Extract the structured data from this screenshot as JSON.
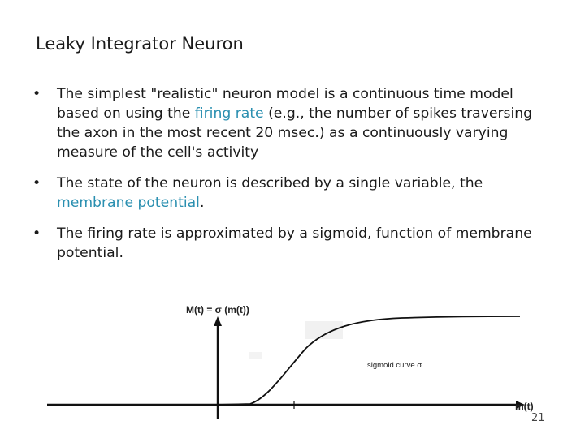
{
  "title": "Leaky Integrator Neuron",
  "bullets": [
    {
      "before": "The simplest \"realistic\" neuron model is a continuous time model based on using the ",
      "highlight": "firing rate",
      "after": "  (e.g., the number of spikes traversing the axon in the most recent 20 msec.) as a continuously varying measure of the cell's activity"
    },
    {
      "before": "The state of the neuron is described by a single variable, the ",
      "highlight": "membrane potential",
      "after": "."
    },
    {
      "before": "The firing rate is approximated by a sigmoid, function of membrane potential.",
      "highlight": "",
      "after": ""
    }
  ],
  "diagram": {
    "equation": "M(t) = σ (m(t))",
    "curve_label": "sigmoid curve σ",
    "x_axis_label": "m(t)"
  },
  "page_number": "21",
  "colors": {
    "highlight": "#2a8fb0",
    "text": "#1a1a1a"
  }
}
